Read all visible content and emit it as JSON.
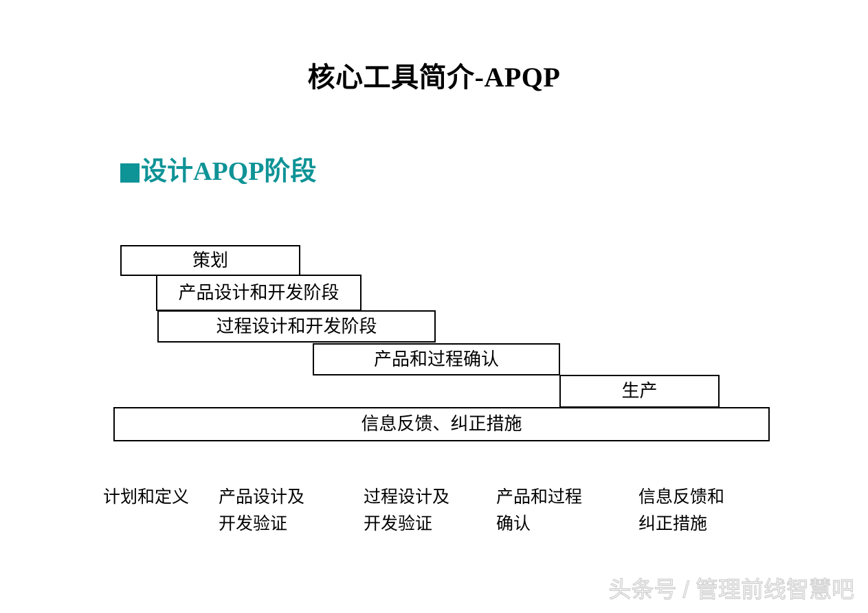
{
  "slide": {
    "title": "核心工具简介-APQP",
    "subtitle": "设计APQP阶段",
    "accent_color": "#0E9396",
    "background_color": "#FFFFFF",
    "text_color": "#000000"
  },
  "diagram": {
    "type": "staircase-phase-diagram",
    "boxes": [
      {
        "label": "策划"
      },
      {
        "label": "产品设计和开发阶段"
      },
      {
        "label": "过程设计和开发阶段"
      },
      {
        "label": "产品和过程确认"
      },
      {
        "label": "生产"
      },
      {
        "label": "信息反馈、纠正措施"
      }
    ],
    "captions": [
      "计划和定义",
      "产品设计及\n开发验证",
      "过程设计及\n开发验证",
      "产品和过程\n确认",
      "信息反馈和\n纠正措施"
    ]
  },
  "watermark": {
    "text": "头条号 / 管理前线智慧吧"
  }
}
